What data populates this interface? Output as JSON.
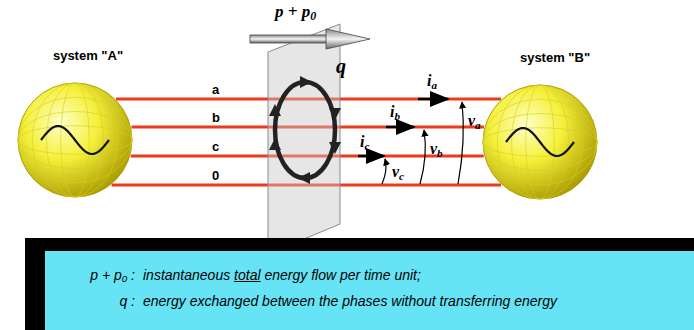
{
  "diagram": {
    "nodes": [
      {
        "text": [
          "system \"A\""
        ]
      },
      {
        "text": [
          "system \"B\""
        ]
      },
      {
        "text": [
          "p + p0 :",
          "instantaneous total energy flow per time unit;",
          "q :",
          "energy exchanged between the phases without transferring energy"
        ]
      }
    ],
    "edges": [
      {
        "from": 0,
        "to": 1,
        "arrow": "none",
        "label": "a"
      },
      {
        "from": 0,
        "to": 1,
        "arrow": "none",
        "label": "b"
      },
      {
        "from": 0,
        "to": 1,
        "arrow": "none",
        "label": "c"
      },
      {
        "from": 0,
        "to": 1,
        "arrow": "none",
        "label": "0"
      }
    ],
    "labels": [
      "p + p0",
      "q",
      "ia",
      "ib",
      "ic",
      "va",
      "vb",
      "vc"
    ]
  }
}
